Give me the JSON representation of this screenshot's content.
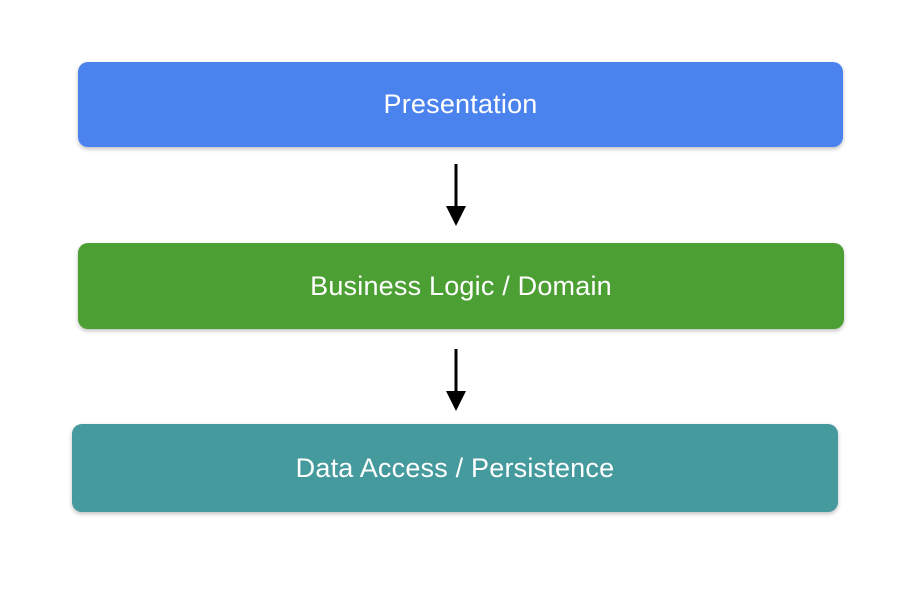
{
  "diagram": {
    "background": "#ffffff",
    "text_color": "#ffffff",
    "connector_color": "#000000",
    "layers": [
      {
        "id": "presentation",
        "label": "Presentation",
        "color": "#4a82ee"
      },
      {
        "id": "business-logic",
        "label": "Business Logic / Domain",
        "color": "#4c9f33"
      },
      {
        "id": "data-access",
        "label": "Data Access / Persistence",
        "color": "#459a9e"
      }
    ],
    "connectors": [
      {
        "from": "Presentation",
        "to": "Business Logic / Domain",
        "direction": "down"
      },
      {
        "from": "Business Logic / Domain",
        "to": "Data Access / Persistence",
        "direction": "down"
      }
    ]
  }
}
